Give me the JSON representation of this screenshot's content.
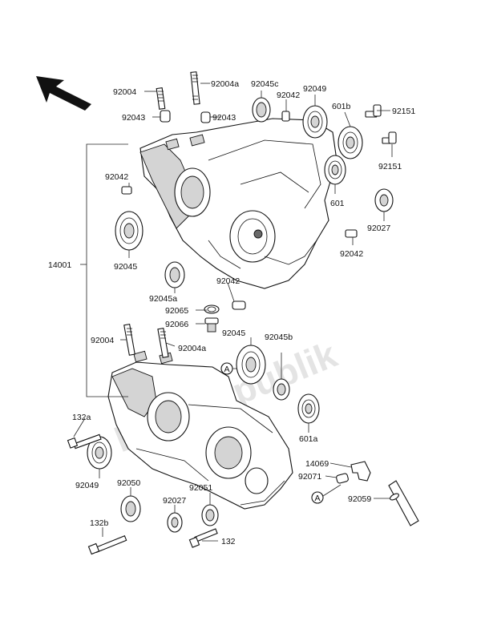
{
  "diagram": {
    "watermark": "Partsrepublik",
    "ref_circle_letter": "A",
    "labels": {
      "p92004_top": "92004",
      "p92004a_top": "92004a",
      "p92045c": "92045c",
      "p92049_top": "92049",
      "p92043_left": "92043",
      "p92043_right": "92043",
      "p92042_top": "92042",
      "p601b": "601b",
      "p92151_top": "92151",
      "p92042_left": "92042",
      "p92151_bot": "92151",
      "p601": "601",
      "p14001": "14001",
      "p92027_right": "92027",
      "p92045_left": "92045",
      "p92042_right": "92042",
      "p92042_mid": "92042",
      "p92045a": "92045a",
      "p92065": "92065",
      "p92066": "92066",
      "p92045_mid": "92045",
      "p92004_bot": "92004",
      "p92004a_bot": "92004a",
      "p92045b": "92045b",
      "p132a": "132a",
      "p601a": "601a",
      "p14069": "14069",
      "p92071": "92071",
      "p92049_bot": "92049",
      "p92050": "92050",
      "p92051": "92051",
      "p92027_bot": "92027",
      "p92059": "92059",
      "p132b": "132b",
      "p132": "132"
    }
  }
}
